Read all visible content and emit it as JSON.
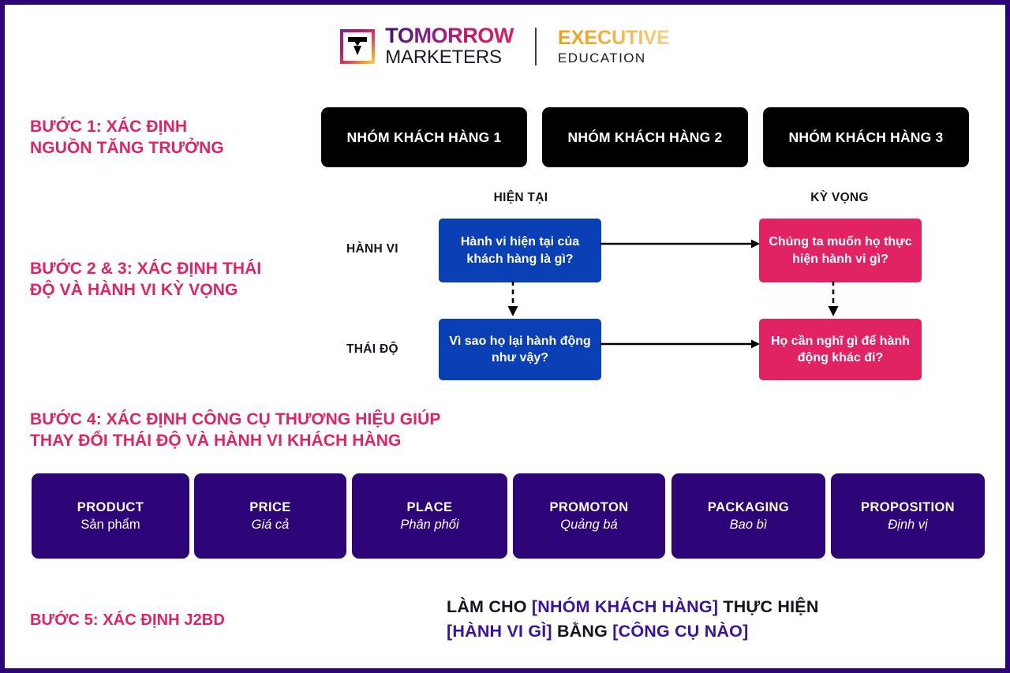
{
  "brand": {
    "logo_mark": "tomorrow-marketers-mark",
    "name_line1": "TOMORROW",
    "name_line2": "MARKETERS",
    "sub_line1": "EXECUTIVE",
    "sub_line2": "EDUCATION"
  },
  "colors": {
    "accent_pink": "#E12364",
    "box_blue": "#0A3FB5",
    "box_purple": "#2E0578",
    "box_black": "#000000",
    "placeholder_purple": "#3B12A0",
    "page_border": "#2E0578"
  },
  "step1": {
    "heading": "BƯỚC 1: XÁC ĐỊNH\nNGUỒN TĂNG TRƯỞNG",
    "customer_groups": [
      "NHÓM KHÁCH HÀNG 1",
      "NHÓM KHÁCH HÀNG 2",
      "NHÓM KHÁCH HÀNG 3"
    ]
  },
  "step23": {
    "heading": "BƯỚC 2 & 3: XÁC ĐỊNH THÁI\nĐỘ VÀ HÀNH VI KỲ VỌNG",
    "column_labels": {
      "current": "HIỆN TẠI",
      "expected": "KỲ VỌNG"
    },
    "row_labels": {
      "behavior": "HÀNH VI",
      "attitude": "THÁI ĐỘ"
    },
    "cells": {
      "behavior_current": "Hành vi hiện tại của khách hàng là gì?",
      "behavior_expected": "Chúng ta muốn họ thực hiện hành vi gì?",
      "attitude_current": "Vì sao họ lại hành động như vậy?",
      "attitude_expected": "Họ cần nghĩ gì để hành động khác đi?"
    }
  },
  "step4": {
    "heading": "BƯỚC 4: XÁC ĐỊNH  CÔNG CỤ THƯƠNG HIỆU GIÚP\nTHAY ĐỔI THÁI ĐỘ VÀ HÀNH VI KHÁCH HÀNG",
    "tools": [
      {
        "title": "PRODUCT",
        "subtitle": "Sản phẩm",
        "italic": false
      },
      {
        "title": "PRICE",
        "subtitle": "Giá cả",
        "italic": true
      },
      {
        "title": "PLACE",
        "subtitle": "Phân phối",
        "italic": true
      },
      {
        "title": "PROMOTON",
        "subtitle": "Quảng bá",
        "italic": true
      },
      {
        "title": "PACKAGING",
        "subtitle": "Bao bì",
        "italic": true
      },
      {
        "title": "PROPOSITION",
        "subtitle": "Định vị",
        "italic": true
      }
    ]
  },
  "step5": {
    "heading": "BƯỚC 5: XÁC ĐỊNH J2BD",
    "formula": {
      "t1": "LÀM CHO ",
      "ph1": "[NHÓM KHÁCH HÀNG]",
      "t2": " THỰC HIỆN ",
      "ph2": "[HÀNH VI GÌ]",
      "t3": " BẰNG ",
      "ph3": "[CÔNG CỤ NÀO]"
    }
  }
}
